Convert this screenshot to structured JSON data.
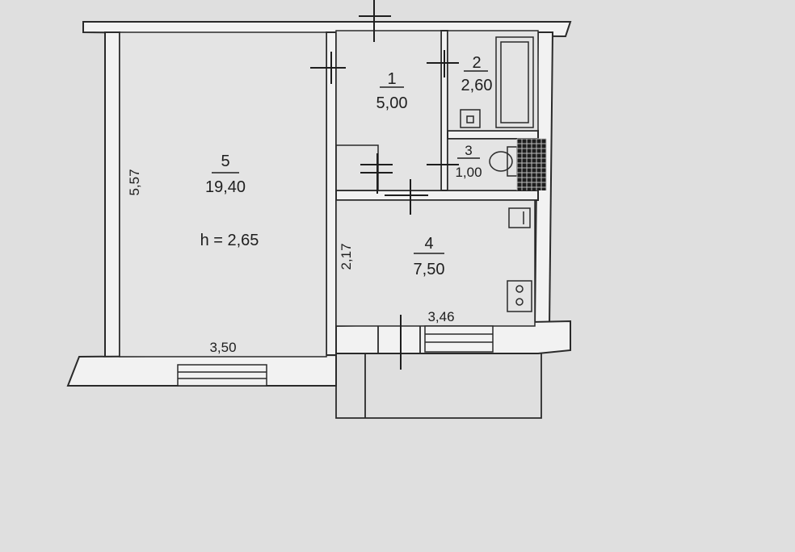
{
  "rooms": [
    {
      "number": "1",
      "area": "5,00"
    },
    {
      "number": "2",
      "area": "2,60"
    },
    {
      "number": "3",
      "area": "1,00"
    },
    {
      "number": "4",
      "area": "7,50"
    },
    {
      "number": "5",
      "area": "19,40"
    }
  ],
  "ceiling_height": "h = 2,65",
  "dimensions": {
    "room5_depth": "5,57",
    "room5_width": "3,50",
    "room4_depth": "2,17",
    "room4_width": "3,46"
  },
  "colors": {
    "background": "#dcdcdc",
    "paper": "#e2e2e2",
    "wall": "#f1f1f1",
    "line": "#262626"
  }
}
